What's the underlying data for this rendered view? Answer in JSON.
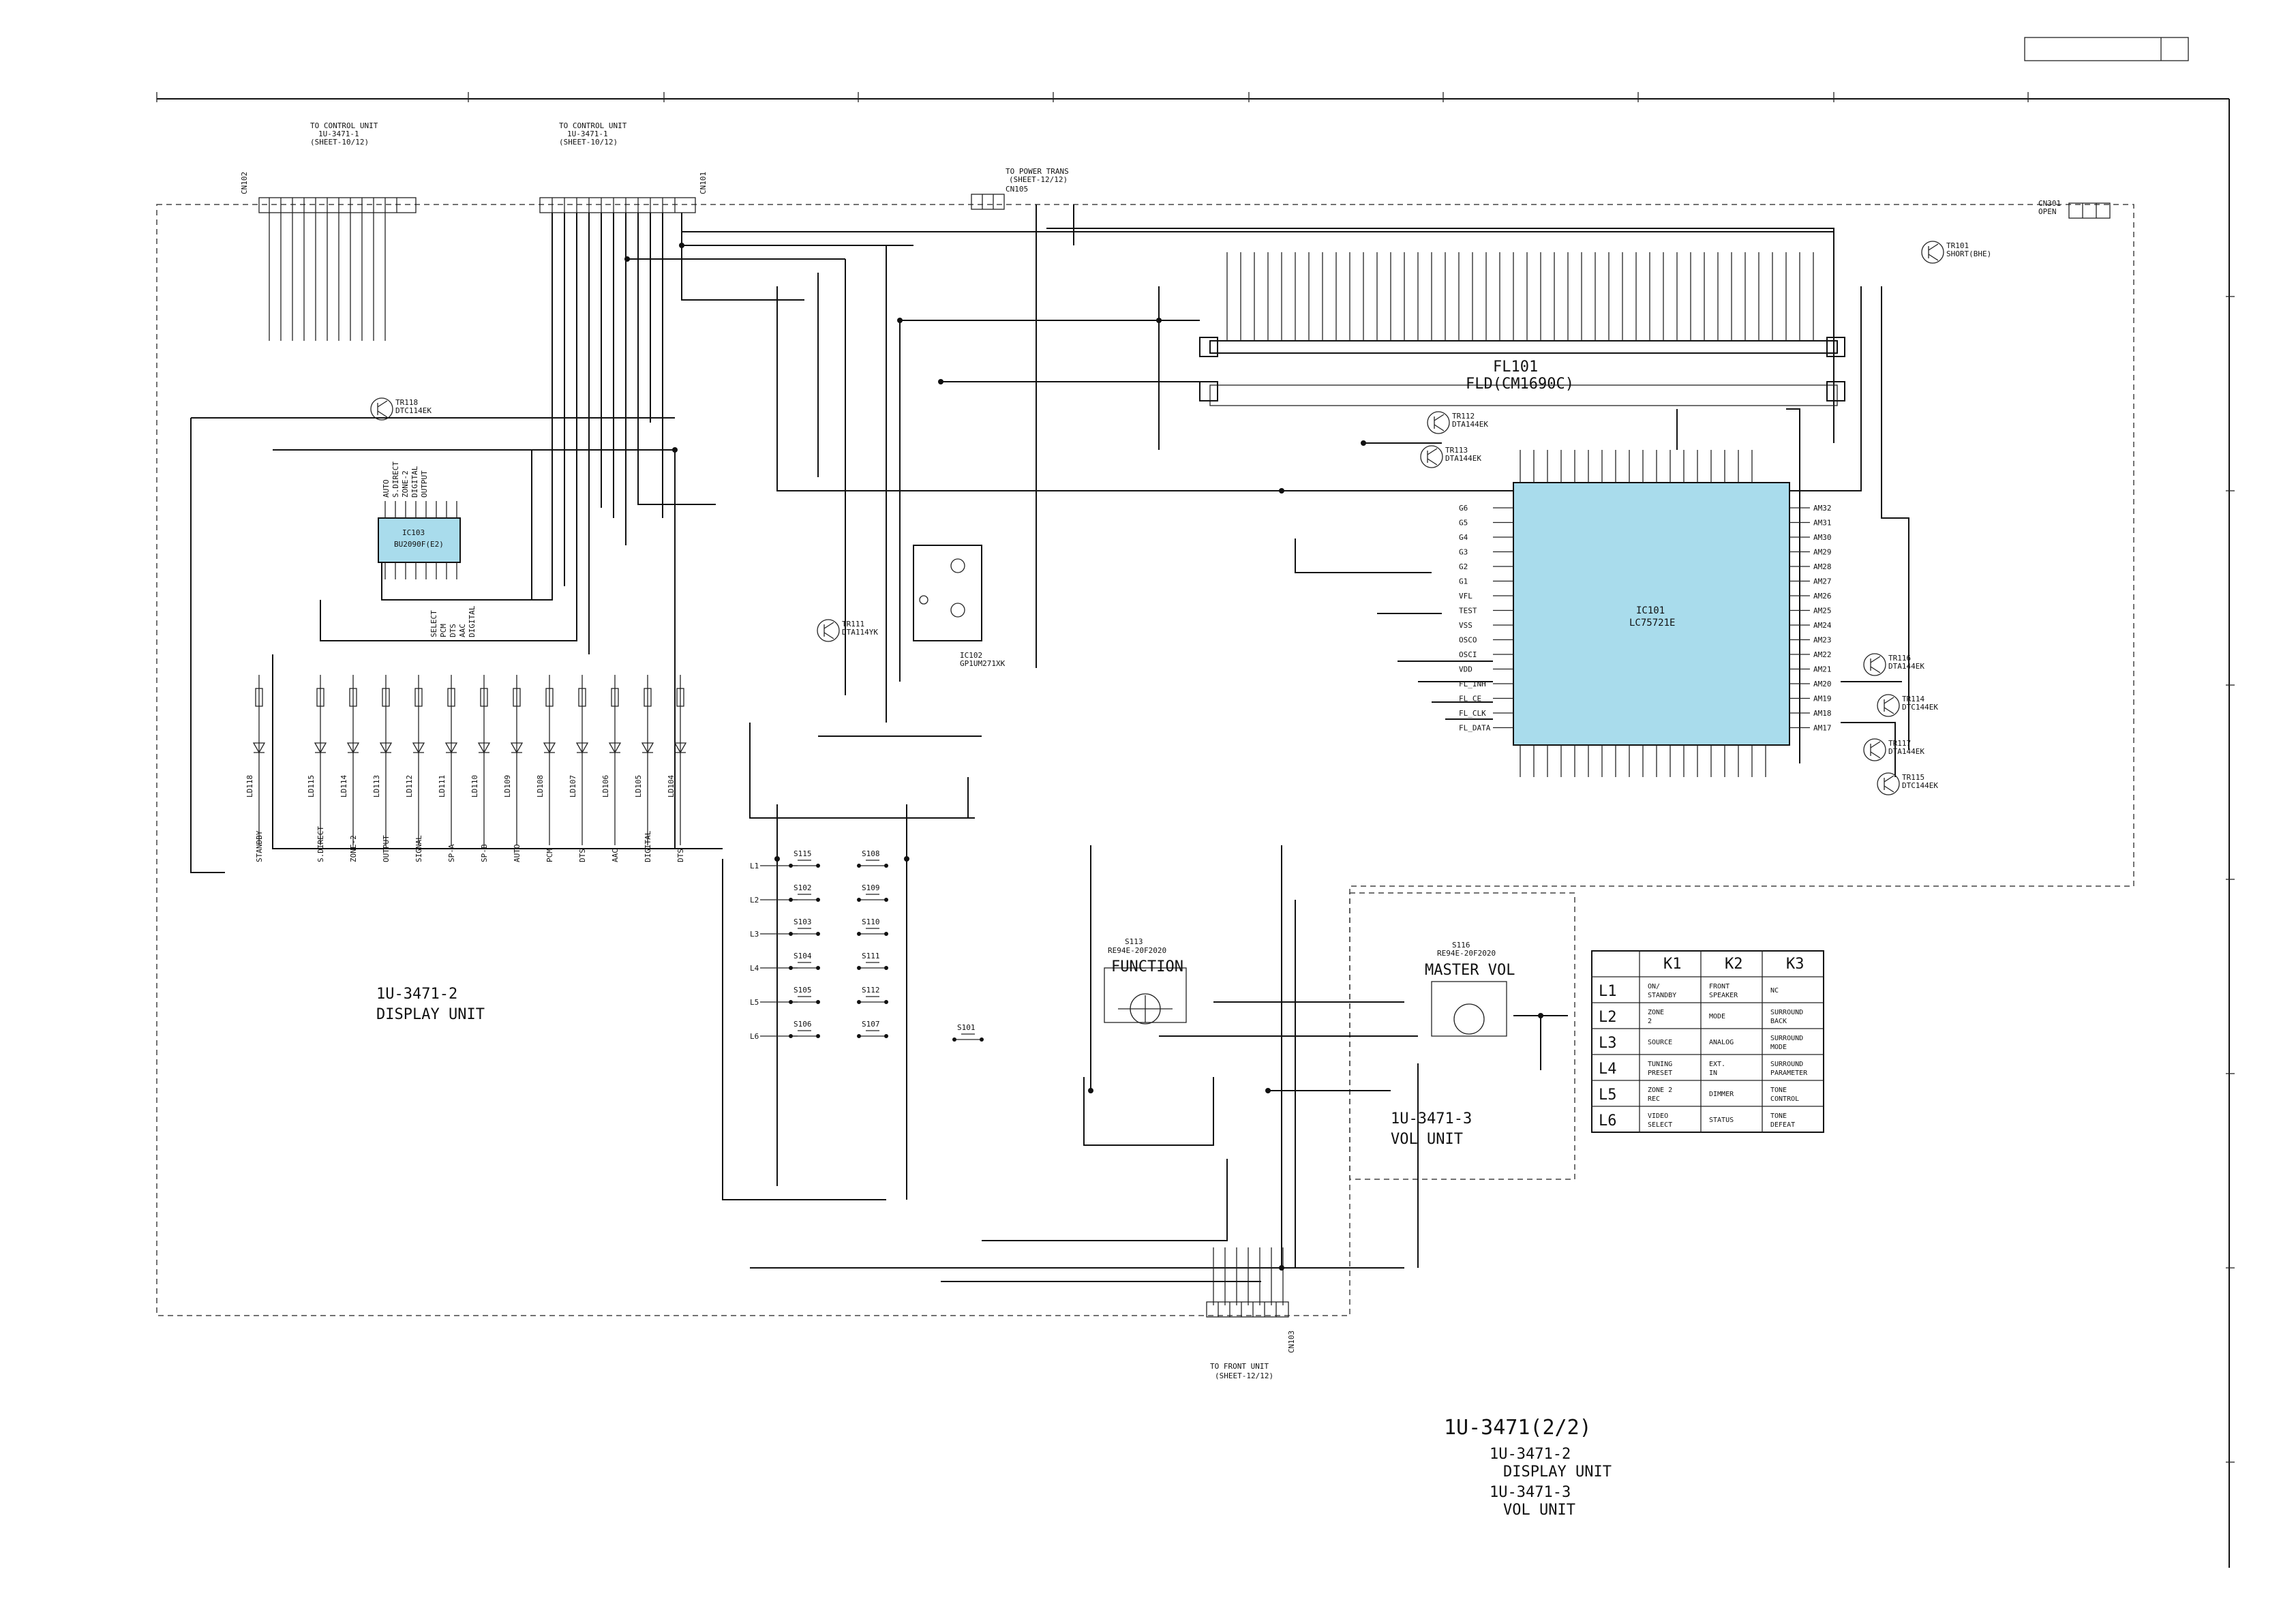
{
  "title_block": {
    "cell1": "",
    "cell2": ""
  },
  "connectors": {
    "cn102": {
      "ref": "CN102",
      "dest": [
        "TO CONTROL UNIT",
        "1U-3471-1",
        "(SHEET-10/12)"
      ]
    },
    "cn101": {
      "ref": "CN101",
      "dest": [
        "TO CONTROL UNIT",
        "1U-3471-1",
        "(SHEET-10/12)"
      ]
    },
    "cn105": {
      "ref": "CN105",
      "dest": [
        "TO POWER TRANS",
        "(SHEET-12/12)"
      ]
    },
    "cn103": {
      "ref": "CN103",
      "dest": [
        "TO FRONT UNIT",
        "(SHEET-12/12)"
      ]
    },
    "cn301": {
      "ref": "CN301",
      "note": "OPEN"
    }
  },
  "ics": {
    "fl101": {
      "ref": "FL101",
      "part": "FLD(CM1690C)"
    },
    "ic101": {
      "ref": "IC101",
      "part": "LC75721E"
    },
    "ic103": {
      "ref": "IC103",
      "part": "BU2090F(E2)"
    },
    "ic102": {
      "ref": "IC102",
      "part": "GP1UM271XK"
    }
  },
  "transistors": [
    {
      "ref": "TR118",
      "part": "DTC114EK"
    },
    {
      "ref": "TR112",
      "part": "DTA144EK"
    },
    {
      "ref": "TR113",
      "part": "DTA144EK"
    },
    {
      "ref": "TR111",
      "part": "DTA114YK"
    },
    {
      "ref": "TR101",
      "part": "SHORT(BHE)"
    },
    {
      "ref": "TR116",
      "part": "DTA144EK"
    },
    {
      "ref": "TR114",
      "part": "DTC144EK"
    },
    {
      "ref": "TR117",
      "part": "DTA144EK"
    },
    {
      "ref": "TR115",
      "part": "DTC144EK"
    }
  ],
  "ic101_pins_left": [
    "G6",
    "G5",
    "G4",
    "G3",
    "G2",
    "G1",
    "VFL",
    "TEST",
    "VSS",
    "OSCO",
    "OSCI",
    "VDD",
    "FL_INH",
    "FL_CE",
    "FL_CLK",
    "FL_DATA"
  ],
  "ic101_pins_right": [
    "AM32",
    "AM31",
    "AM30",
    "AM29",
    "AM28",
    "AM27",
    "AM26",
    "AM25",
    "AM24",
    "AM23",
    "AM22",
    "AM21",
    "AM20",
    "AM19",
    "AM18",
    "AM17"
  ],
  "ic103_pins": [
    "AUTO",
    "S.DIRECT",
    "ZONE-2",
    "DIGITAL",
    "OUTPUT",
    "SELECT",
    "PCM",
    "DTS",
    "AAC",
    "DIGITAL"
  ],
  "leds": [
    {
      "ref": "LD118",
      "label": "STANDBY"
    },
    {
      "ref": "LD115",
      "label": "S.DIRECT"
    },
    {
      "ref": "LD114",
      "label": "ZONE-2"
    },
    {
      "ref": "LD113",
      "label": "OUTPUT"
    },
    {
      "ref": "LD112",
      "label": "SIGNAL"
    },
    {
      "ref": "LD111",
      "label": "SP-A"
    },
    {
      "ref": "LD110",
      "label": "SP-B"
    },
    {
      "ref": "LD109",
      "label": "AUTO"
    },
    {
      "ref": "LD108",
      "label": "PCM"
    },
    {
      "ref": "LD107",
      "label": "DTS"
    },
    {
      "ref": "LD106",
      "label": "AAC"
    },
    {
      "ref": "LD105",
      "label": "DIGITAL"
    },
    {
      "ref": "LD104",
      "label": "DTS"
    }
  ],
  "switches": [
    "S115",
    "S102",
    "S103",
    "S104",
    "S105",
    "S106",
    "S108",
    "S109",
    "S110",
    "S111",
    "S112",
    "S107",
    "S101"
  ],
  "rows": [
    "L1",
    "L2",
    "L3",
    "L4",
    "L5",
    "L6"
  ],
  "encoders": {
    "function": {
      "ref": "S113",
      "label": "FUNCTION",
      "part": "RE94E-20F2020"
    },
    "master": {
      "ref": "S116",
      "label": "MASTER VOL",
      "part": "RE94E-20F2020"
    }
  },
  "key_matrix": {
    "headers": [
      "",
      "K1",
      "K2",
      "K3"
    ],
    "rows": [
      {
        "row": "L1",
        "cells": [
          "ON/ STANDBY",
          "FRONT SPEAKER",
          "NC"
        ]
      },
      {
        "row": "L2",
        "cells": [
          "ZONE 2",
          "MODE",
          "SURROUND BACK"
        ]
      },
      {
        "row": "L3",
        "cells": [
          "SOURCE",
          "ANALOG",
          "SURROUND MODE"
        ]
      },
      {
        "row": "L4",
        "cells": [
          "TUNING PRESET",
          "EXT. IN",
          "SURROUND PARAMETER"
        ]
      },
      {
        "row": "L5",
        "cells": [
          "ZONE 2 REC",
          "DIMMER",
          "TONE CONTROL"
        ]
      },
      {
        "row": "L6",
        "cells": [
          "VIDEO SELECT",
          "STATUS",
          "TONE DEFEAT"
        ]
      }
    ]
  },
  "unit_labels": {
    "display": [
      "1U-3471-2",
      "DISPLAY UNIT"
    ],
    "vol": [
      "1U-3471-3",
      "VOL UNIT"
    ]
  },
  "sheet_title": {
    "main": "1U-3471(2/2)",
    "lines": [
      "1U-3471-2",
      "DISPLAY UNIT",
      "1U-3471-3",
      "VOL UNIT"
    ]
  }
}
